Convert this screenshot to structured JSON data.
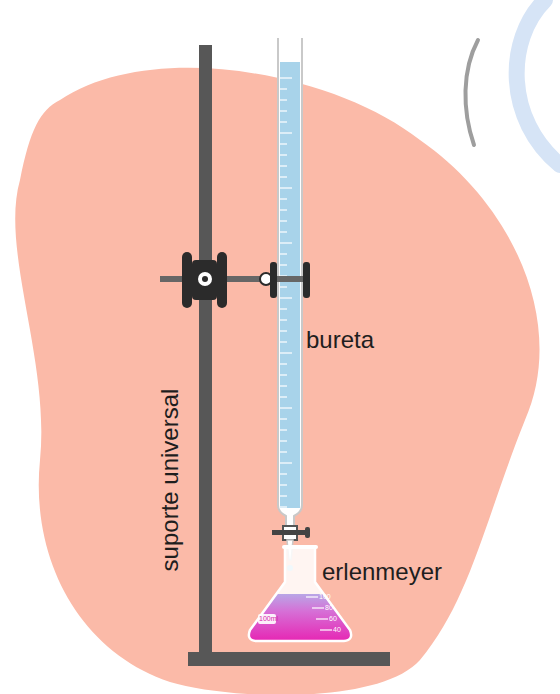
{
  "diagram": {
    "labels": [
      "bureta",
      "suporte universal",
      "erlenmeyer",
      "100ml",
      "100",
      "80",
      "60",
      "40"
    ]
  }
}
